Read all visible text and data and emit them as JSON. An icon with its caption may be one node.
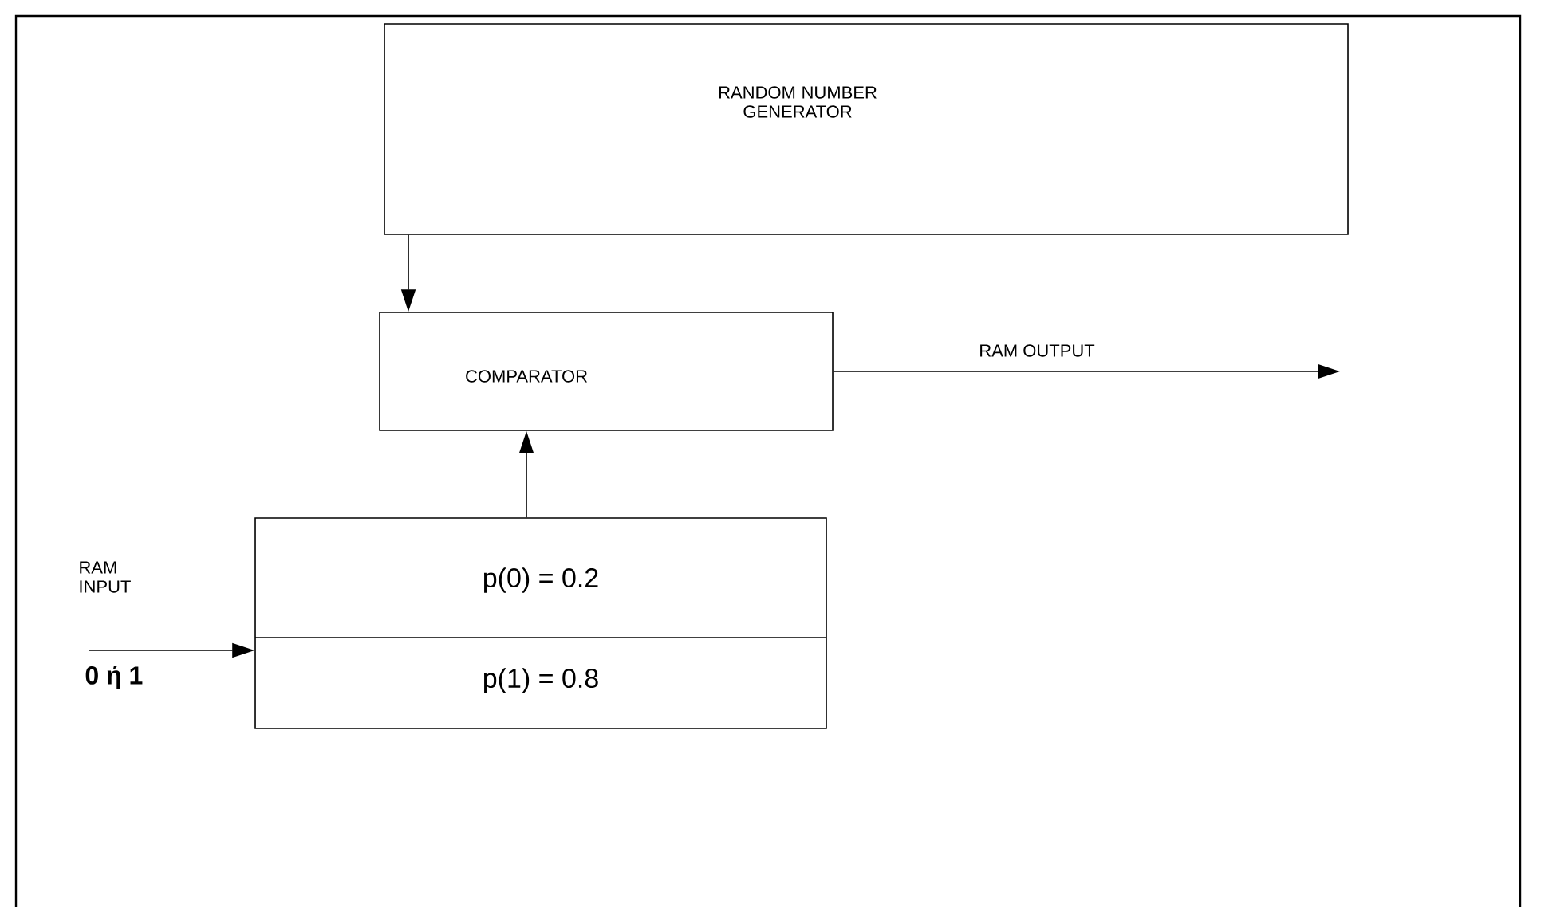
{
  "diagram": {
    "nodes": [
      {
        "text": [
          "RANDOM NUMBER GENERATOR"
        ]
      },
      {
        "text": [
          "COMPARATOR"
        ]
      },
      {
        "text": [
          "p(0) = 0.2",
          "p(1) = 0.8"
        ]
      }
    ],
    "edges": [
      {
        "from": 0,
        "to": 1,
        "arrow": "to"
      },
      {
        "from": 2,
        "to": 1,
        "arrow": "to"
      },
      {
        "from": 1,
        "to": null,
        "arrow": "to",
        "label": "RAM OUTPUT"
      },
      {
        "from": null,
        "to": 2,
        "arrow": "to",
        "label": "RAM INPUT"
      }
    ],
    "labels": [
      "0 ή 1"
    ]
  }
}
